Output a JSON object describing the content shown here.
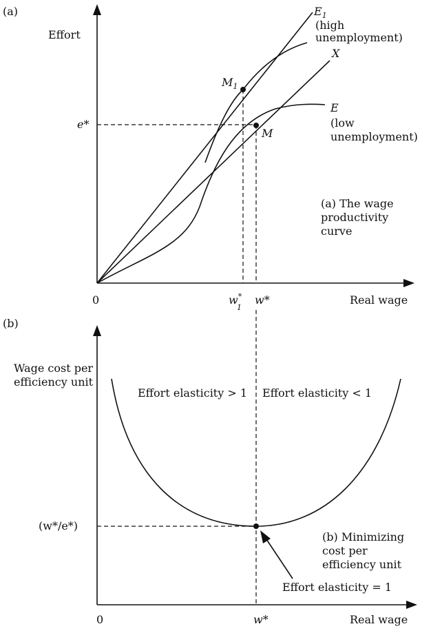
{
  "panel_a": {
    "tag": "(a)",
    "y_axis_label": "Effort",
    "x_axis_label": "Real wage",
    "origin": "0",
    "e_star": "e*",
    "w1_star_base": "w",
    "w1_star_sup": "*",
    "w1_star_sub": "1",
    "w_star": "w*",
    "curve_E1": {
      "name": "E",
      "subscript": "1",
      "note_line1": "(high",
      "note_line2": "unemployment)"
    },
    "line_X": "X",
    "curve_E": {
      "name": "E",
      "note_line1": "(low",
      "note_line2": "unemployment)"
    },
    "point_M1": {
      "name": "M",
      "subscript": "1"
    },
    "point_M": "M",
    "caption": [
      "(a) The wage",
      "productivity",
      "curve"
    ]
  },
  "panel_b": {
    "tag": "(b)",
    "y_axis_label": [
      "Wage cost per",
      "efficiency unit"
    ],
    "x_axis_label": "Real wage",
    "origin": "0",
    "w_star": "w*",
    "min_value_label": "(w*/e*)",
    "left_region": "Effort elasticity > 1",
    "right_region": "Effort elasticity < 1",
    "caption": [
      "(b) Minimizing",
      "cost per",
      "efficiency unit"
    ],
    "arrow_label": "Effort elasticity = 1"
  }
}
